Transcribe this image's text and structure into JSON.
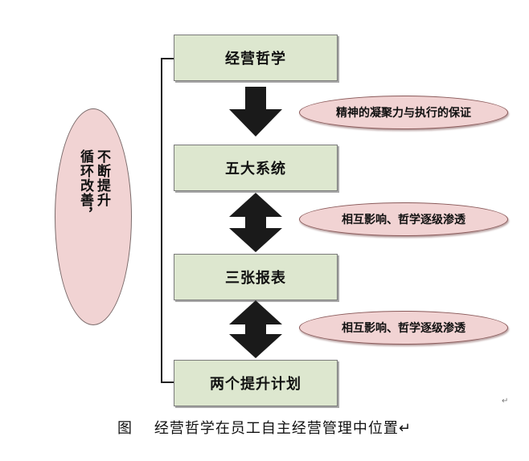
{
  "diagram": {
    "boxes": [
      {
        "label": "经营哲学"
      },
      {
        "label": "五大系统"
      },
      {
        "label": "三张报表"
      },
      {
        "label": "两个提升计划"
      }
    ],
    "pills": [
      {
        "label": "精神的凝聚力与执行的保证"
      },
      {
        "label": "相互影响、哲学逐级渗透"
      },
      {
        "label": "相互影响、哲学逐级渗透"
      }
    ],
    "side": {
      "col1": "循环改善，",
      "col2": "不断提升"
    },
    "caption": "图    经营哲学在员工自主经营管理中位置↵",
    "return_mark": "↵"
  },
  "colors": {
    "box_fill": "#dde7cf",
    "pill_fill": "#f1d3d3",
    "arrow": "#1a1a1a"
  }
}
